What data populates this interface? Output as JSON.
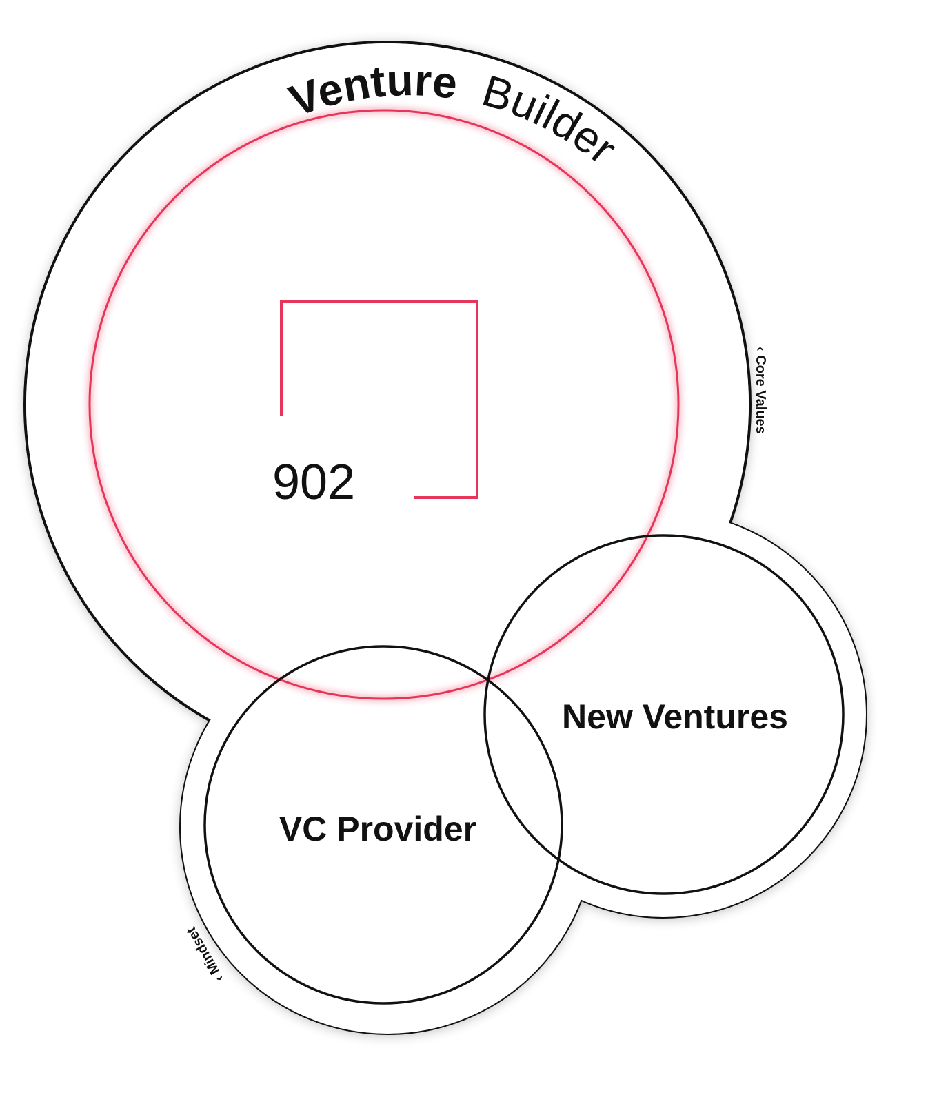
{
  "title": {
    "bold": "Venture",
    "light": "Builder"
  },
  "logo": {
    "text": "902"
  },
  "circles": {
    "vc_provider": "VC Provider",
    "new_ventures": "New Ventures"
  },
  "side_labels": {
    "core_values": "‹ Core Values",
    "mindset": "‹ Mindset"
  },
  "colors": {
    "accent": "#e6365a",
    "stroke": "#111111",
    "background": "#ffffff"
  }
}
